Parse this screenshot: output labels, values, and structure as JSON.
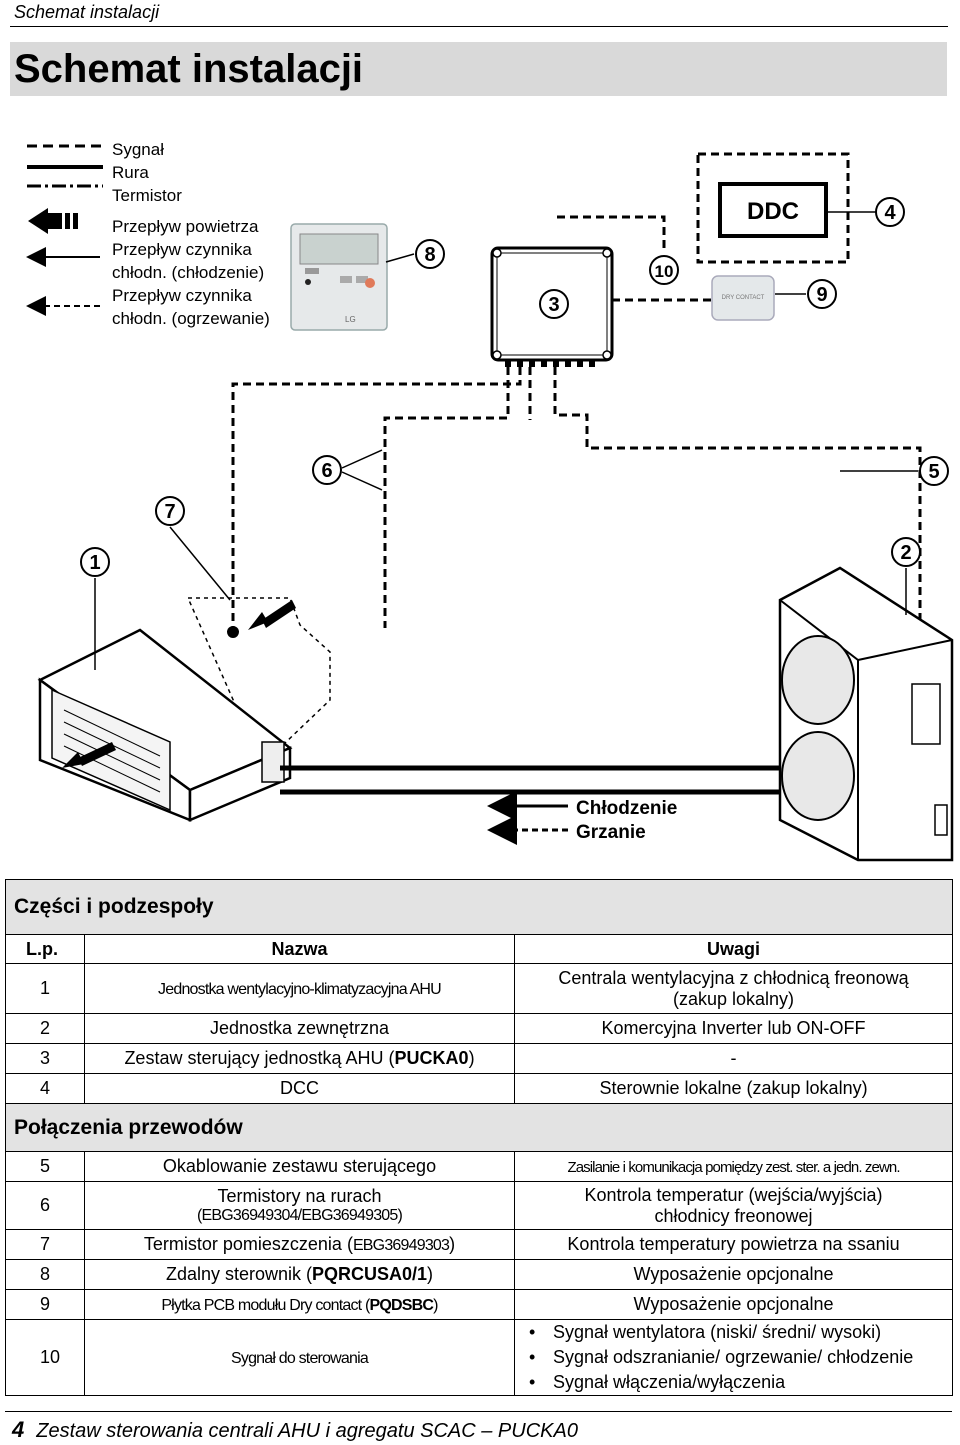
{
  "header": {
    "running_title": "Schemat instalacji",
    "page_title": "Schemat instalacji"
  },
  "legend": {
    "signal": "Sygnał",
    "pipe": "Rura",
    "thermistor": "Termistor",
    "airflow": "Przepływ powietrza",
    "refrigerant_cooling_1": "Przepływ czynnika",
    "refrigerant_cooling_2": "chłodn. (chłodzenie)",
    "refrigerant_heating_1": "Przepływ czynnika",
    "refrigerant_heating_2": "chłodn. (ogrzewanie)"
  },
  "diagram": {
    "ddc_label": "DDC",
    "drycontact_label": "DRY CONTACT",
    "cooling_label": "Chłodzenie",
    "heating_label": "Grzanie",
    "callouts": [
      "1",
      "2",
      "3",
      "4",
      "5",
      "6",
      "7",
      "8",
      "9",
      "10"
    ]
  },
  "table": {
    "section_parts": "Części i podzespoły",
    "col_lp": "L.p.",
    "col_name": "Nazwa",
    "col_notes": "Uwagi",
    "section_wiring": "Połączenia przewodów",
    "rows": [
      {
        "lp": "1",
        "name": "Jednostka wentylacyjno-klimatyzacyjna AHU",
        "notes_1": "Centrala wentylacyjna z chłodnicą freonową",
        "notes_2": "(zakup lokalny)"
      },
      {
        "lp": "2",
        "name": "Jednostka zewnętrzna",
        "notes": "Komercyjna Inverter lub ON-OFF"
      },
      {
        "lp": "3",
        "name_pre": "Zestaw sterujący jednostką AHU (",
        "name_bold": "PUCKA0",
        "name_post": ")",
        "notes": "-"
      },
      {
        "lp": "4",
        "name": "DCC",
        "notes": "Sterownie lokalne (zakup lokalny)"
      },
      {
        "lp": "5",
        "name": "Okablowanie zestawu sterującego",
        "notes": "Zasilanie i komunikacja pomiędzy zest. ster. a jedn. zewn."
      },
      {
        "lp": "6",
        "name_1": "Termistory na rurach",
        "name_2": "(EBG36949304/EBG36949305)",
        "notes_1": "Kontrola temperatur (wejścia/wyjścia)",
        "notes_2": "chłodnicy freonowej"
      },
      {
        "lp": "7",
        "name_pre": "Termistor pomieszczenia (",
        "name_code": "EBG36949303",
        "name_post": ")",
        "notes": "Kontrola temperatury powietrza na ssaniu"
      },
      {
        "lp": "8",
        "name_pre": "Zdalny sterownik (",
        "name_bold": "PQRCUSA0/1",
        "name_post": ")",
        "notes": "Wyposażenie opcjonalne"
      },
      {
        "lp": "9",
        "name_pre": "Płytka PCB modułu Dry contact (",
        "name_bold": "PQDSBC",
        "name_post": ")",
        "notes": "Wyposażenie opcjonalne"
      },
      {
        "lp": "10",
        "name": "Sygnał do sterowania",
        "notes_list": [
          "Sygnał wentylatora (niski/ średni/ wysoki)",
          "Sygnał odszranianie/ ogrzewanie/ chłodzenie",
          "Sygnał włączenia/wyłączenia"
        ]
      }
    ]
  },
  "footer": {
    "page_number": "4",
    "text": "Zestaw sterowania centrali AHU i agregatu SCAC – PUCKA0"
  }
}
